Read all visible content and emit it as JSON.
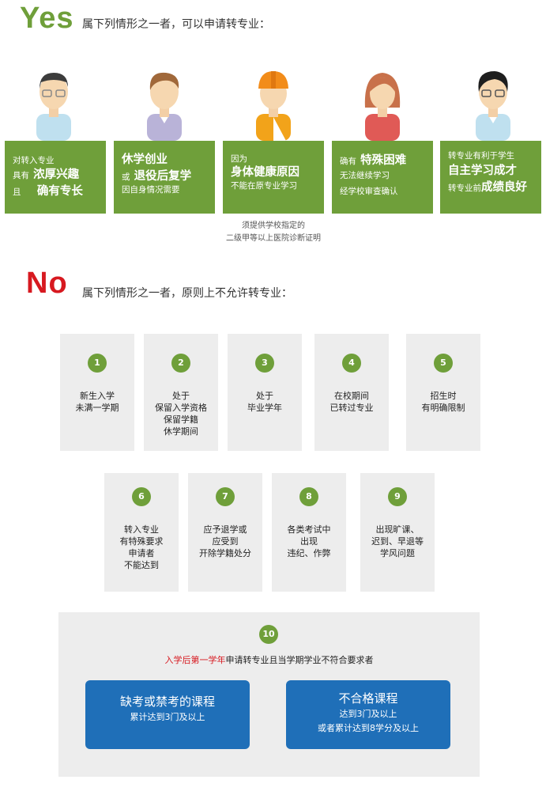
{
  "yes": {
    "word": "Yes",
    "lead": "属下列情形之一者，可以申请转专业：",
    "avatars": [
      "person-glasses-icon",
      "person-icon",
      "person-hardhat-icon",
      "person-female-icon",
      "person-glasses-dark-hair-icon"
    ],
    "boxes": [
      {
        "l1a": "对转入专业",
        "l2a": "具有",
        "l2b": "浓厚兴趣",
        "l3a": "且",
        "l3b": "确有专长"
      },
      {
        "l1": "休学创业",
        "l2a": "或",
        "l2b": "退役后复学",
        "l3": "因自身情况需要"
      },
      {
        "l1": "因为",
        "l2": "身体健康原因",
        "l3": "不能在原专业学习"
      },
      {
        "l1a": "确有",
        "l1b": "特殊困难",
        "l2": "无法继续学习",
        "l3": "经学校审查确认"
      },
      {
        "l1": "转专业有利于学生",
        "l2": "自主学习成才",
        "l3a": "转专业前",
        "l3b": "成绩良好"
      }
    ],
    "note1": "须提供学校指定的",
    "note2": "二级甲等以上医院诊断证明"
  },
  "no": {
    "word": "No",
    "lead": "属下列情形之一者，原则上不允许转专业：",
    "cards": [
      {
        "num": "1",
        "text": "新生入学\n未满一学期"
      },
      {
        "num": "2",
        "text": "处于\n保留入学资格\n保留学籍\n休学期间"
      },
      {
        "num": "3",
        "text": "处于\n毕业学年"
      },
      {
        "num": "4",
        "text": "在校期间\n已转过专业"
      },
      {
        "num": "5",
        "text": "招生时\n有明确限制"
      },
      {
        "num": "6",
        "text": "转入专业\n有特殊要求\n申请者\n不能达到"
      },
      {
        "num": "7",
        "text": "应予退学或\n应受到\n开除学籍处分"
      },
      {
        "num": "8",
        "text": "各类考试中\n出现\n违纪、作弊"
      },
      {
        "num": "9",
        "text": "出现旷课、\n迟到、早退等\n学风问题"
      }
    ],
    "item10": {
      "num": "10",
      "cond_red": "入学后第一学年",
      "cond_rest": "申请转专业且当学期学业不符合要求者",
      "box1_title": "缺考或禁考的课程",
      "box1_sub": "累计达到3门及以上",
      "box2_title": "不合格课程",
      "box2_sub1": "达到3门及以上",
      "box2_sub2": "或者累计达到8学分及以上"
    }
  },
  "colors": {
    "green": "#6f9f3a",
    "red": "#d71920",
    "blue": "#1f6fb8",
    "gray": "#ededed"
  }
}
